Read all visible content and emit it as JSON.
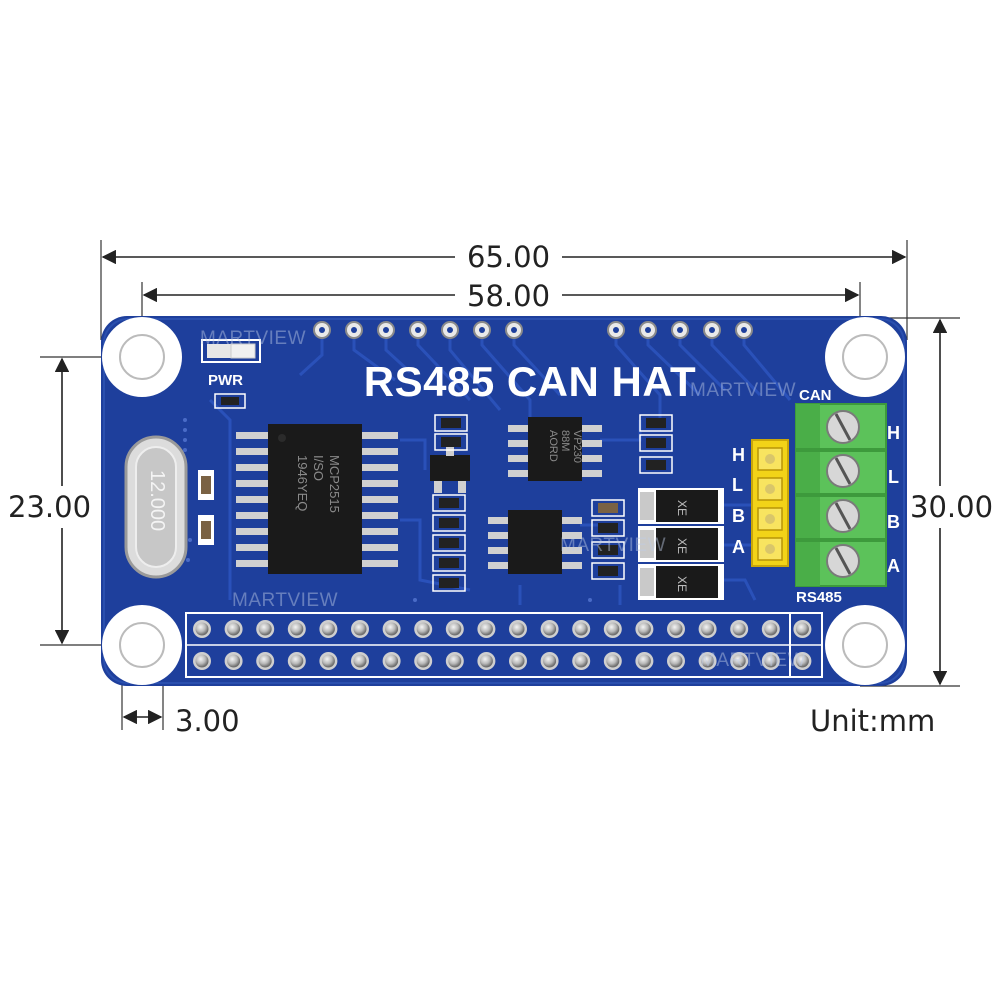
{
  "board": {
    "title": "RS485 CAN HAT",
    "pwr_label": "PWR",
    "can_label": "CAN",
    "rs485_label": "RS485",
    "header_pins": [
      "H",
      "L",
      "B",
      "A"
    ],
    "terminal_labels": [
      "H",
      "L",
      "B",
      "A"
    ],
    "crystal_label": "12.000",
    "chip_main_text": [
      "MCP2515",
      "I/SO",
      "1946YEQ"
    ],
    "chip_can_text": [
      "VP230",
      "88M",
      "AORD"
    ],
    "tvs_label": "XE",
    "watermark": "MARTVIEW",
    "colors": {
      "pcb": "#1e3f9c",
      "pcb_trace": "#2b52b8",
      "terminal": "#5cc25a",
      "header": "#f2d318",
      "chip": "#1a1a1a"
    }
  },
  "dimensions": {
    "overall_width": "65.00",
    "hole_spacing_x": "58.00",
    "hole_spacing_y": "23.00",
    "overall_height": "30.00",
    "hole_offset": "3.00",
    "unit": "Unit:mm"
  }
}
